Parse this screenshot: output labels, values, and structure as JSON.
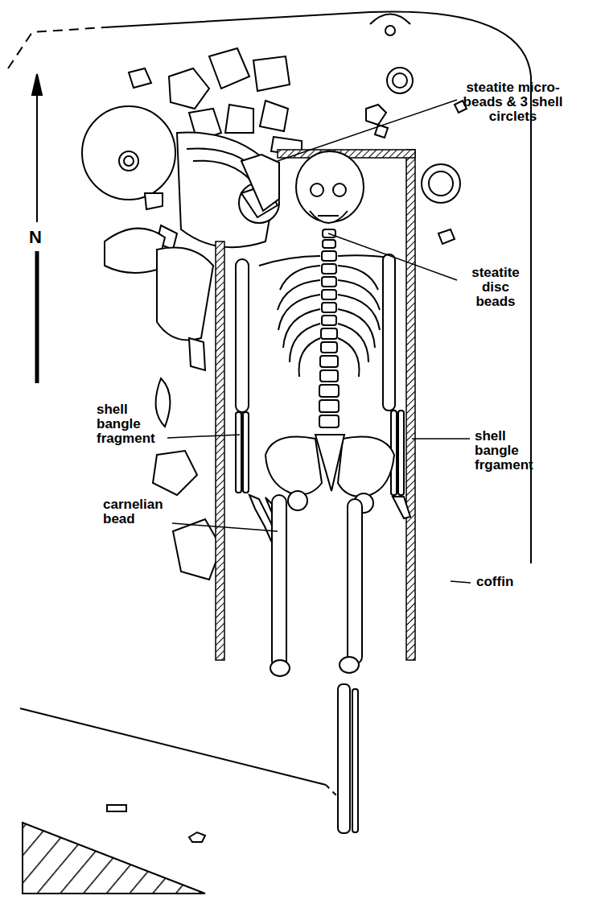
{
  "diagram": {
    "labels": [
      "N",
      "steatite micro-beads & 3 shell circlets",
      "steatite disc beads",
      "shell bangle fragment",
      "carnelian bead",
      "shell bangle frgament",
      "coffin"
    ]
  }
}
